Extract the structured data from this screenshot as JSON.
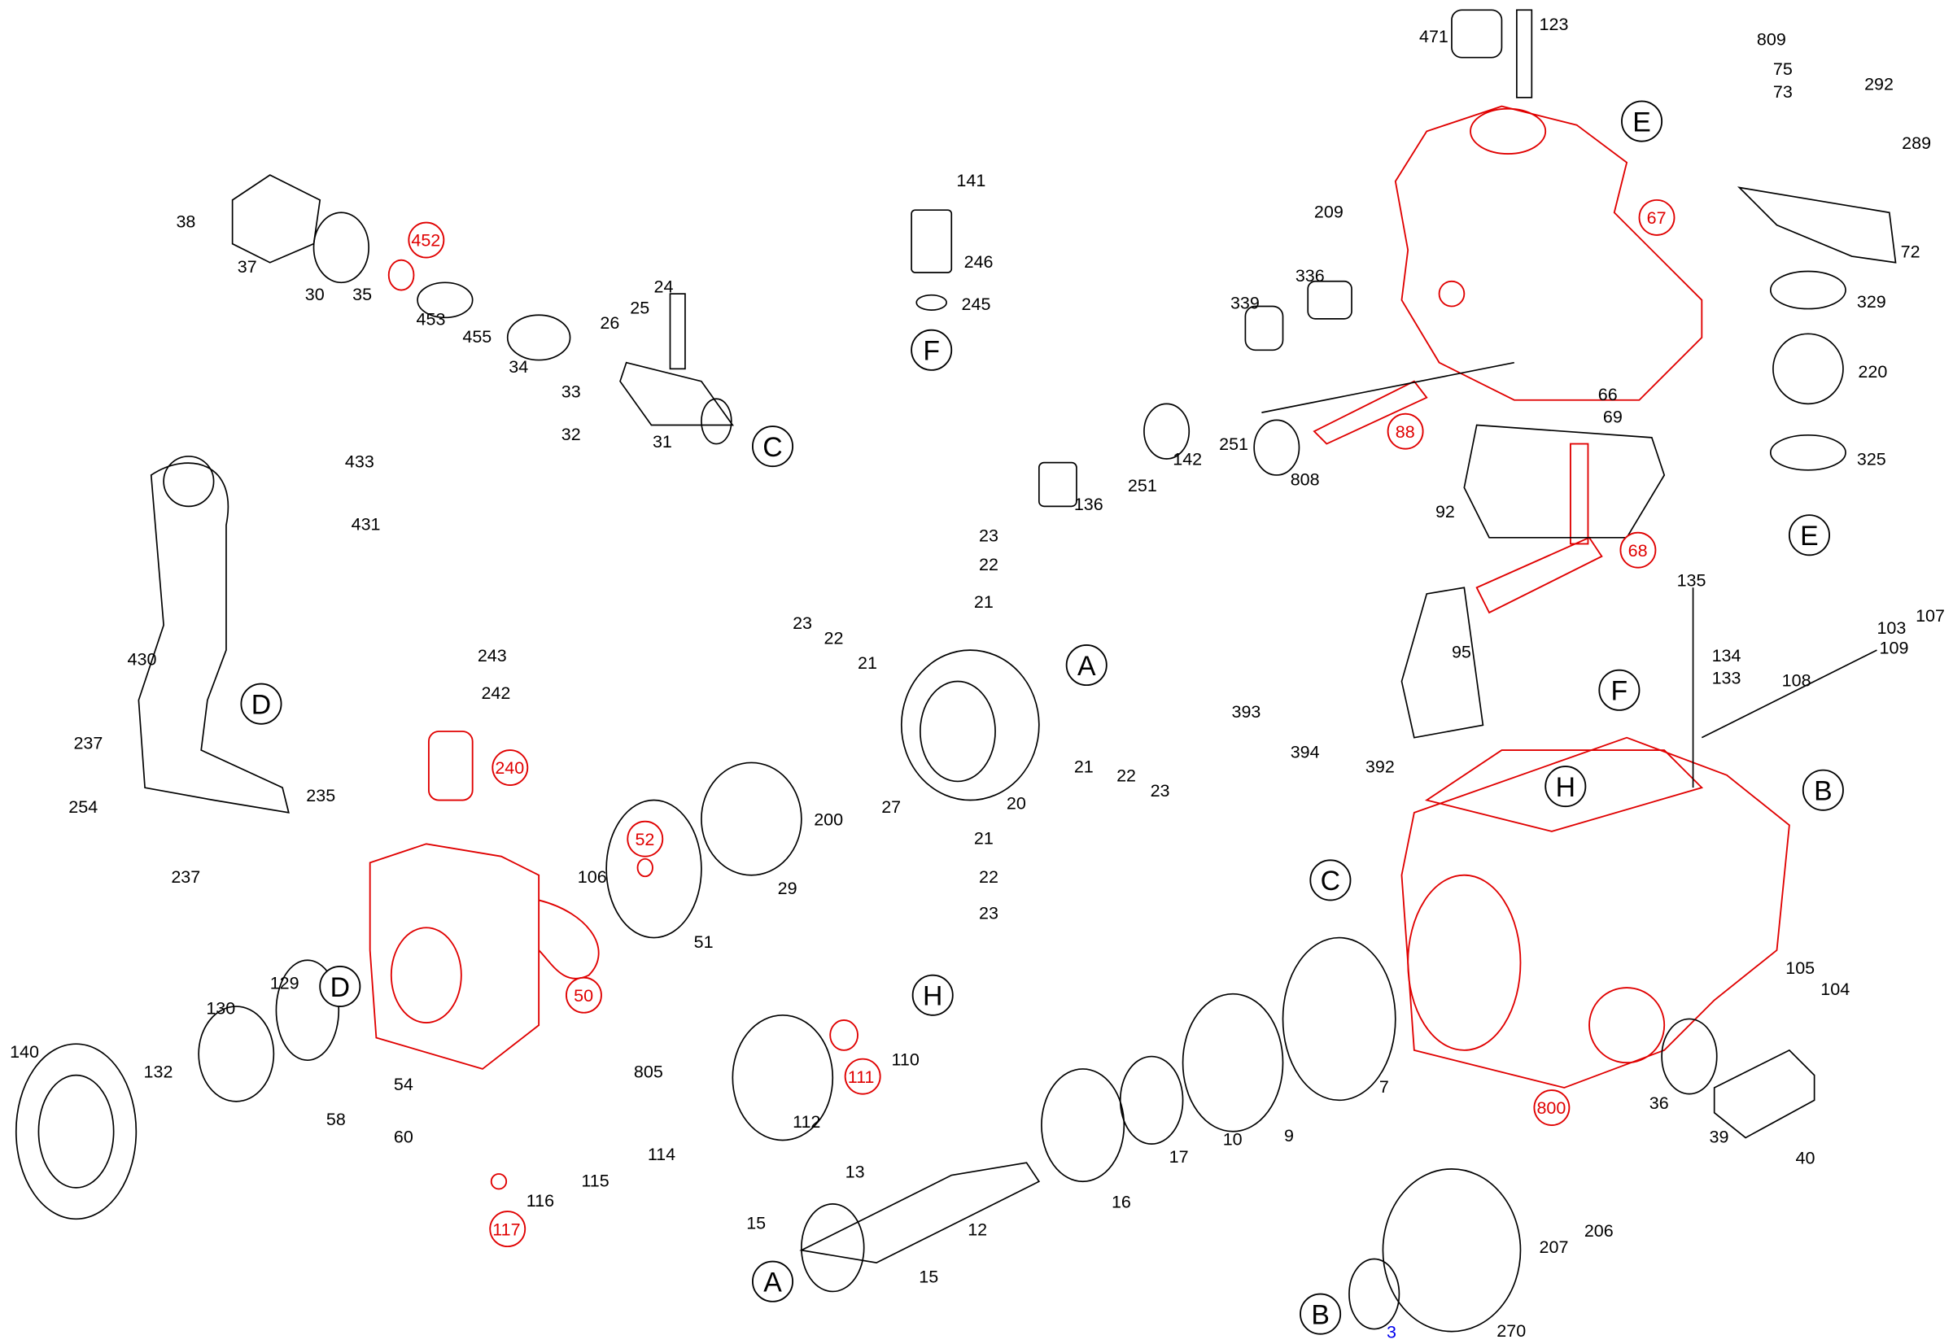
{
  "diagram": {
    "labels_black": [
      "38",
      "37",
      "30",
      "35",
      "453",
      "455",
      "34",
      "26",
      "25",
      "24",
      "33",
      "32",
      "31",
      "141",
      "246",
      "245",
      "471",
      "123",
      "209",
      "336",
      "339",
      "251",
      "251",
      "142",
      "136",
      "808",
      "66",
      "69",
      "92",
      "809",
      "75",
      "73",
      "292",
      "289",
      "72",
      "329",
      "220",
      "325",
      "135",
      "134",
      "133",
      "95",
      "393",
      "394",
      "392",
      "103",
      "107",
      "109",
      "108",
      "433",
      "431",
      "430",
      "237",
      "254",
      "235",
      "237",
      "243",
      "242",
      "23",
      "22",
      "21",
      "23",
      "22",
      "21",
      "200",
      "27",
      "20",
      "21",
      "22",
      "23",
      "21",
      "22",
      "23",
      "106",
      "51",
      "29",
      "129",
      "130",
      "140",
      "132",
      "58",
      "54",
      "60",
      "805",
      "114",
      "115",
      "116",
      "112",
      "110",
      "13",
      "15",
      "12",
      "15",
      "16",
      "17",
      "10",
      "9",
      "7",
      "105",
      "104",
      "36",
      "39",
      "40",
      "207",
      "206",
      "270"
    ],
    "labels_red": [
      "452",
      "88",
      "67",
      "68",
      "240",
      "52",
      "50",
      "111",
      "117",
      "800"
    ],
    "labels_blue": [
      "3"
    ],
    "reference_letters": [
      "C",
      "F",
      "E",
      "E",
      "D",
      "A",
      "B",
      "F",
      "H",
      "C",
      "D",
      "H",
      "A",
      "B"
    ],
    "colors": {
      "highlight": "#e00000",
      "parts": "#000000",
      "link": "#0000ee"
    }
  }
}
